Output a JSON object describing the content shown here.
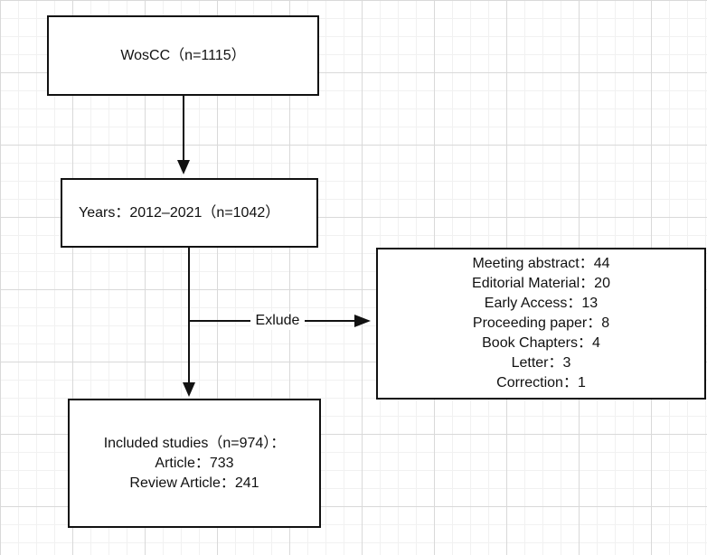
{
  "diagram": {
    "wos_box": {
      "text": "WosCC（n=1115）"
    },
    "years_box": {
      "text": "Years：2012–2021（n=1042）"
    },
    "exclude_label": "Exlude",
    "excluded_box": {
      "lines": [
        "Meeting abstract：44",
        "Editorial Material：20",
        "Early Access：13",
        "Proceeding paper：8",
        "Book Chapters：4",
        "Letter：3",
        "Correction：1"
      ]
    },
    "included_box": {
      "lines": [
        "Included studies（n=974）：",
        "Article：733",
        "Review Article：241"
      ]
    }
  }
}
